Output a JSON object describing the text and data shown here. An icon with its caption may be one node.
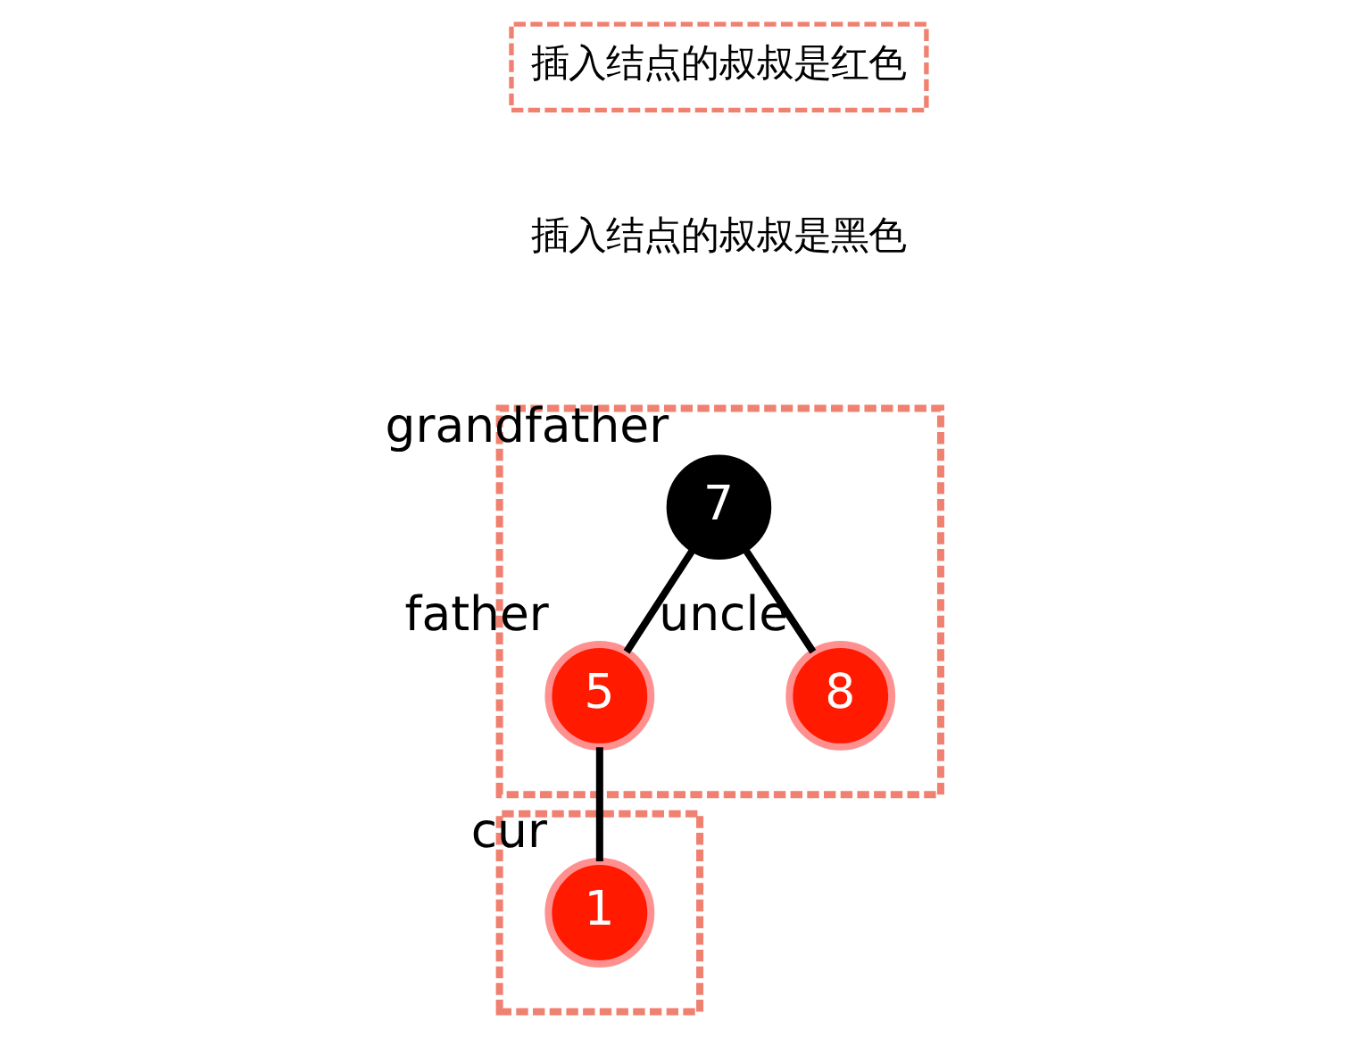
{
  "diagram": {
    "nodes": [
      {
        "text": [
          "插入结点的叔叔是红色"
        ]
      },
      {
        "text": [],
        "shape": "box"
      },
      {
        "text": [
          "7"
        ],
        "in": 1,
        "beside": [
          "grandfather"
        ]
      },
      {
        "text": [
          "5"
        ],
        "in": 1,
        "beside": [
          "father"
        ]
      },
      {
        "text": [
          "8"
        ],
        "in": 1,
        "beside": [
          "uncle"
        ]
      },
      {
        "text": [],
        "shape": "box"
      },
      {
        "text": [
          "1"
        ],
        "in": 5,
        "beside": [
          "cur"
        ]
      }
    ],
    "edges": [
      {
        "from": 2,
        "to": 3,
        "arrow": "none"
      },
      {
        "from": 2,
        "to": 4,
        "arrow": "none"
      },
      {
        "from": 3,
        "to": 6,
        "arrow": "none"
      }
    ],
    "labels": [
      "插入结点的叔叔是黑色"
    ]
  }
}
